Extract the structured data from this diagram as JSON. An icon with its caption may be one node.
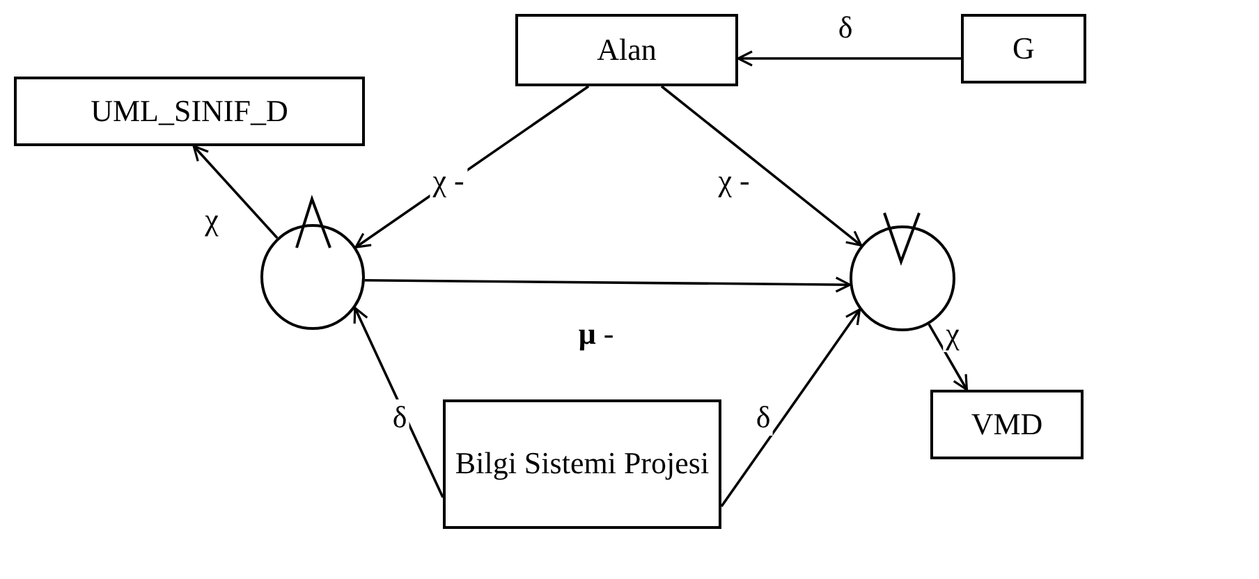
{
  "diagram": {
    "nodes": [
      {
        "text": [
          "UML_SINIF_D"
        ]
      },
      {
        "text": [
          "Alan"
        ]
      },
      {
        "text": [
          "G"
        ]
      },
      {
        "text": [],
        "shape": "circle"
      },
      {
        "text": [],
        "shape": "circle"
      },
      {
        "text": [
          "VMD"
        ]
      },
      {
        "text": [
          "Bilgi Sistemi Projesi"
        ]
      }
    ],
    "edges": [
      {
        "from": 2,
        "to": 1,
        "arrow": "to",
        "label": "δ"
      },
      {
        "from": 1,
        "to": 3,
        "arrow": "to",
        "label": "χ -"
      },
      {
        "from": 1,
        "to": 4,
        "arrow": "to",
        "label": "χ -"
      },
      {
        "from": 3,
        "to": 0,
        "arrow": "to",
        "label": "χ"
      },
      {
        "from": 3,
        "to": 4,
        "arrow": "to",
        "label": "**μ** -"
      },
      {
        "from": 6,
        "to": 3,
        "arrow": "to",
        "label": "δ"
      },
      {
        "from": 6,
        "to": 4,
        "arrow": "to",
        "label": "δ"
      },
      {
        "from": 4,
        "to": 5,
        "arrow": "to",
        "label": "χ"
      }
    ]
  }
}
